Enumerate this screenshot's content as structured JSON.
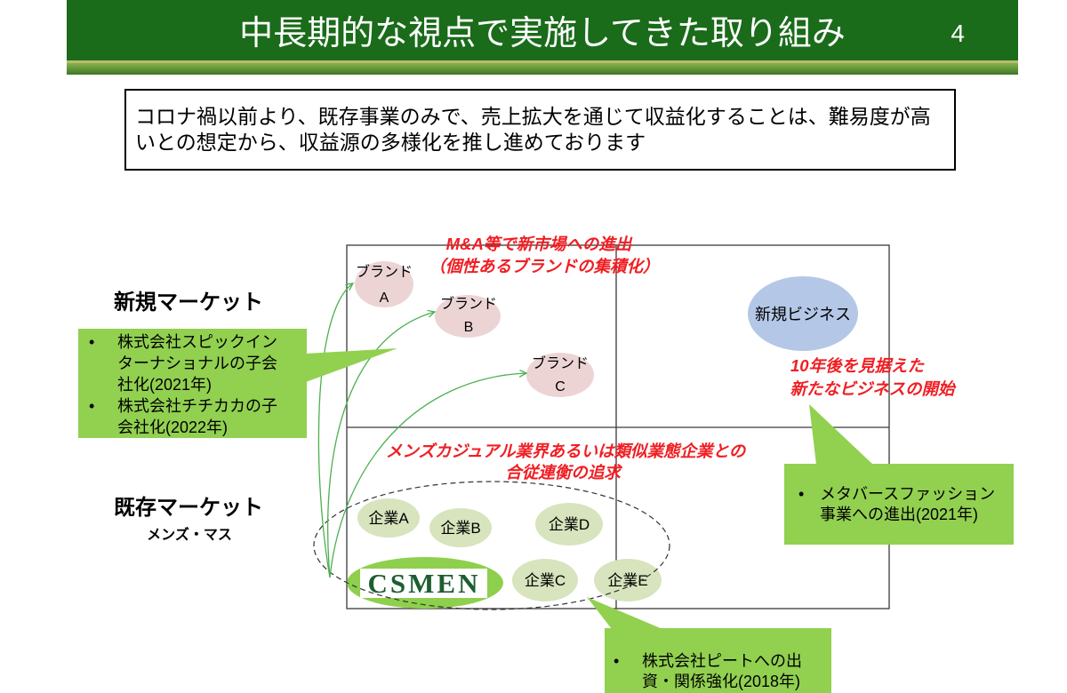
{
  "slide": {
    "title": "中長期的な視点で実施してきた取り組み",
    "page_number": "4"
  },
  "summary": {
    "text": "コロナ禍以前より、既存事業のみで、売上拡大を通じて収益化することは、難易度が高いとの想定から、収益源の多様化を推し進めております"
  },
  "markets": {
    "new_market": "新規マーケット",
    "existing_market": "既存マーケット",
    "existing_market_segment": "メンズ・マス"
  },
  "annotations": {
    "ma_expansion": [
      "M&A等で新市場への進出",
      "（個性あるブランドの集積化）"
    ],
    "future_business": [
      "10年後を見据えた",
      "新たなビジネスの開始"
    ],
    "industry_alliance": [
      "メンズカジュアル業界あるいは類似業態企業との",
      "合従連衡の追求"
    ]
  },
  "brands": [
    {
      "label": "ブランド",
      "letter": "A"
    },
    {
      "label": "ブランド",
      "letter": "B"
    },
    {
      "label": "ブランド",
      "letter": "C"
    }
  ],
  "new_business": {
    "label": "新規ビジネス"
  },
  "companies": [
    "企業A",
    "企業B",
    "企業C",
    "企業D",
    "企業E"
  ],
  "logo": {
    "text": "CSMEN"
  },
  "callouts": {
    "acquisitions": [
      "株式会社スピックインターナショナルの子会社化(2021年)",
      "株式会社チチカカの子会社化(2022年)"
    ],
    "metaverse": [
      "メタバースファッション事業への進出(2021年)"
    ],
    "investment": [
      "株式会社ピートへの出資・関係強化(2018年)"
    ]
  },
  "colors": {
    "header_green": "#1a6b1a",
    "callout_green": "#92d050",
    "annotation_red": "#f01e23",
    "brand_pink": "#ecd4d5",
    "company_green": "#d7e4bd",
    "new_business_blue": "#b4c7e7",
    "logo_green": "#8fcf4e",
    "logo_text": "#1d5e2e",
    "arrow_green": "#4cb050"
  }
}
